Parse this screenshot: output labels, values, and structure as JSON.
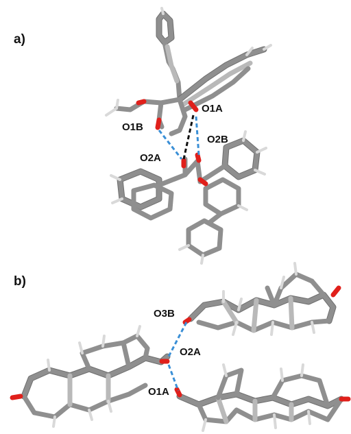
{
  "panels": [
    {
      "label": "a)"
    },
    {
      "label": "b)"
    }
  ],
  "atom_labels_a": [
    "O1A",
    "O1B",
    "O2B",
    "O2A"
  ],
  "atom_labels_b": [
    "O3B",
    "O2A",
    "O1A"
  ],
  "colors": {
    "carbon": "#8f8f8f",
    "hydrogen": "#d9d9d9",
    "oxygen": "#e0201b",
    "hbond_blue": "#3a8fd6",
    "hbond_black": "#111111"
  }
}
